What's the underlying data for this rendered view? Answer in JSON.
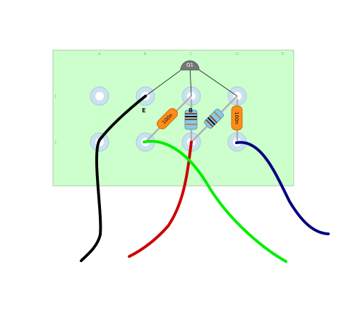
{
  "board": {
    "color": "#ccffcc",
    "col_labels": [
      "A",
      "B",
      "C",
      "D",
      "E"
    ],
    "row_labels": [
      "1",
      "2"
    ]
  },
  "transistor": {
    "label": "Q1",
    "color": "#777777"
  },
  "pin_labels": {
    "emitter": "E",
    "base": "B"
  },
  "capacitors": [
    {
      "label": "100n",
      "color": "#ff8c1a"
    },
    {
      "label": "100n",
      "color": "#ff8c1a"
    }
  ],
  "resistors": [
    {
      "color": "#88c8ee"
    },
    {
      "color": "#88c8ee"
    }
  ],
  "wires": [
    {
      "color": "black"
    },
    {
      "color": "red"
    },
    {
      "color": "green"
    },
    {
      "color": "navy"
    }
  ]
}
